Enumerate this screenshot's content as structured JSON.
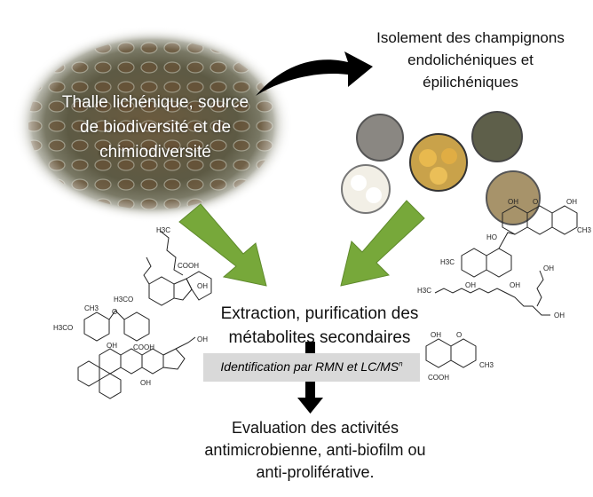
{
  "lichen": {
    "caption": [
      "Thalle lichénique, source",
      "de biodiversité et de",
      "chimiodiversité"
    ]
  },
  "isolation": {
    "caption": [
      "Isolement des champignons",
      "endolichéniques et",
      "épilichéniques"
    ]
  },
  "extraction": {
    "caption": [
      "Extraction, purification des",
      "métabolites secondaires"
    ]
  },
  "identification": {
    "label": "Identification par RMN et LC/MS",
    "superscript": "n"
  },
  "evaluation": {
    "caption": [
      "Evaluation des activités",
      "antimicrobienne, anti-biofilm ou",
      "anti-proliférative."
    ]
  },
  "chem_labels": {
    "h3c": "H3C",
    "cooh": "COOH",
    "oh": "OH",
    "ch3": "CH3",
    "h3co": "H3CO",
    "o": "O",
    "ho": "HO"
  },
  "colors": {
    "arrow_green": "#77a83a",
    "arrow_black": "#000000",
    "box_gray": "#d9d9d9"
  }
}
